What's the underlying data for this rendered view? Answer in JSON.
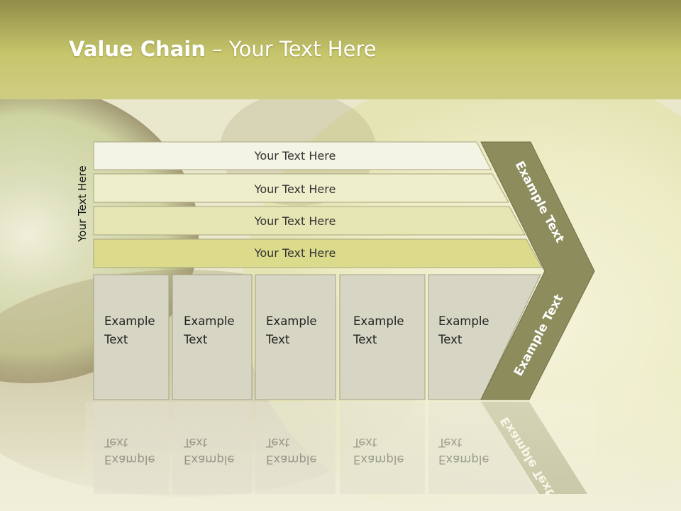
{
  "slide": {
    "title_bold": "Value Chain",
    "title_rest": " – Your Text Here",
    "side_label": "Your Text Here"
  },
  "rows": [
    {
      "label": "Your Text Here"
    },
    {
      "label": "Your Text Here"
    },
    {
      "label": "Your Text Here"
    },
    {
      "label": "Your Text Here"
    }
  ],
  "columns": [
    {
      "line1": "Example",
      "line2": "Text"
    },
    {
      "line1": "Example",
      "line2": "Text"
    },
    {
      "line1": "Example",
      "line2": "Text"
    },
    {
      "line1": "Example",
      "line2": "Text"
    },
    {
      "line1": "Example",
      "line2": "Text"
    }
  ],
  "chevron": {
    "upper_label": "Example Text",
    "lower_label": "Example Text"
  },
  "colors": {
    "header_band": "#c6c56a",
    "row_fills": [
      "#f4f4e4",
      "#eeeecb",
      "#e6e6b4",
      "#dcdb8c"
    ],
    "column_fill": "#d7d6c4",
    "chevron_fill": "#8c8c5c"
  }
}
